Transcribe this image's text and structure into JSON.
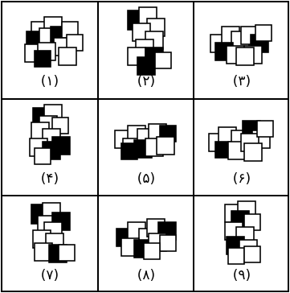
{
  "puzzle": {
    "labels": [
      "(۱)",
      "(۲)",
      "(۳)",
      "(۴)",
      "(۵)",
      "(۶)",
      "(۷)",
      "(۸)",
      "(۹)"
    ]
  },
  "colors": {
    "ink": "#000000",
    "paper": "#ffffff",
    "fill": "#000000"
  }
}
